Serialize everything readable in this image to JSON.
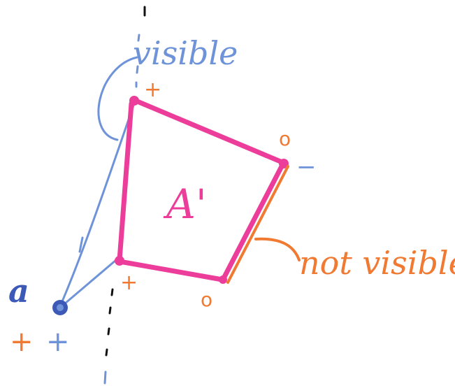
{
  "colors": {
    "polygon": "#ec3d9a",
    "visible": "#6f93d8",
    "not_visible": "#f07a32",
    "point_a": "#3d59b8",
    "dots": "#111111"
  },
  "labels": {
    "visible": "visible",
    "not_visible": "not visible",
    "polygon": "A'",
    "point": "a"
  },
  "signs": {
    "top_left_vertex": "+",
    "right_vertex_zero": "o",
    "right_vertex_minus": "−",
    "bottom_left_vertex": "+",
    "bottom_vertex": "o",
    "point_orange": "+",
    "point_blue": "+"
  }
}
